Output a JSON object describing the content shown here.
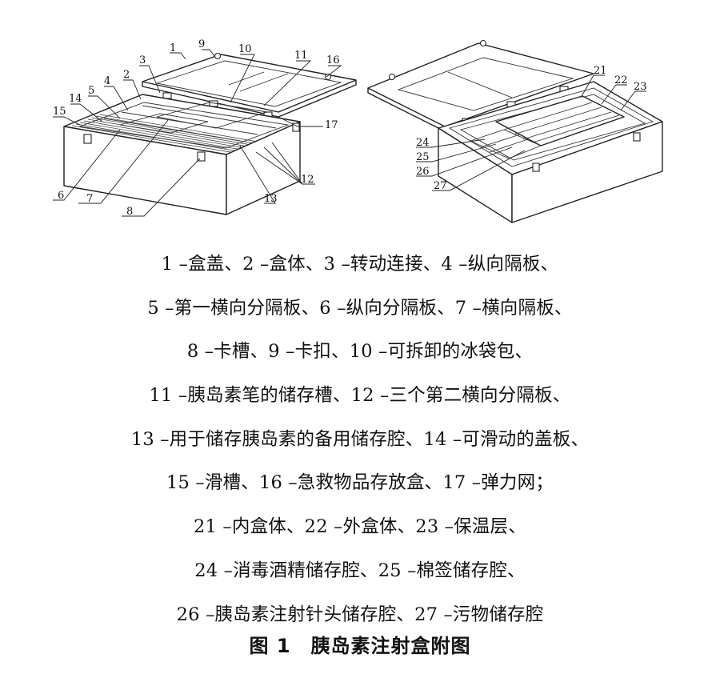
{
  "callouts": {
    "left": {
      "n1": "1",
      "n2": "2",
      "n3": "3",
      "n4": "4",
      "n5": "5",
      "n6": "6",
      "n7": "7",
      "n8": "8",
      "n9": "9",
      "n10": "10",
      "n11": "11",
      "n12": "12",
      "n13": "13",
      "n14": "14",
      "n15": "15",
      "n16": "16",
      "n17": "17"
    },
    "right": {
      "n21": "21",
      "n22": "22",
      "n23": "23",
      "n24": "24",
      "n25": "25",
      "n26": "26",
      "n27": "27"
    }
  },
  "caption": {
    "lines": [
      "1 –盒盖、2 –盒体、3 –转动连接、4 –纵向隔板、",
      "5 –第一横向分隔板、6 –纵向分隔板、7 –横向隔板、",
      "8 –卡槽、9 –卡扣、10 –可拆卸的冰袋包、",
      "11 –胰岛素笔的储存槽、12 –三个第二横向分隔板、",
      "13 –用于储存胰岛素的备用储存腔、14 –可滑动的盖板、",
      "15 –滑槽、16 –急救物品存放盒、17 –弹力网；",
      "21 –内盒体、22 –外盒体、23 –保温层、",
      "24 –消毒酒精储存腔、25 –棉签储存腔、",
      "26 –胰岛素注射针头储存腔、27 –污物储存腔"
    ]
  },
  "figure_title": "图 1　胰岛素注射盒附图"
}
